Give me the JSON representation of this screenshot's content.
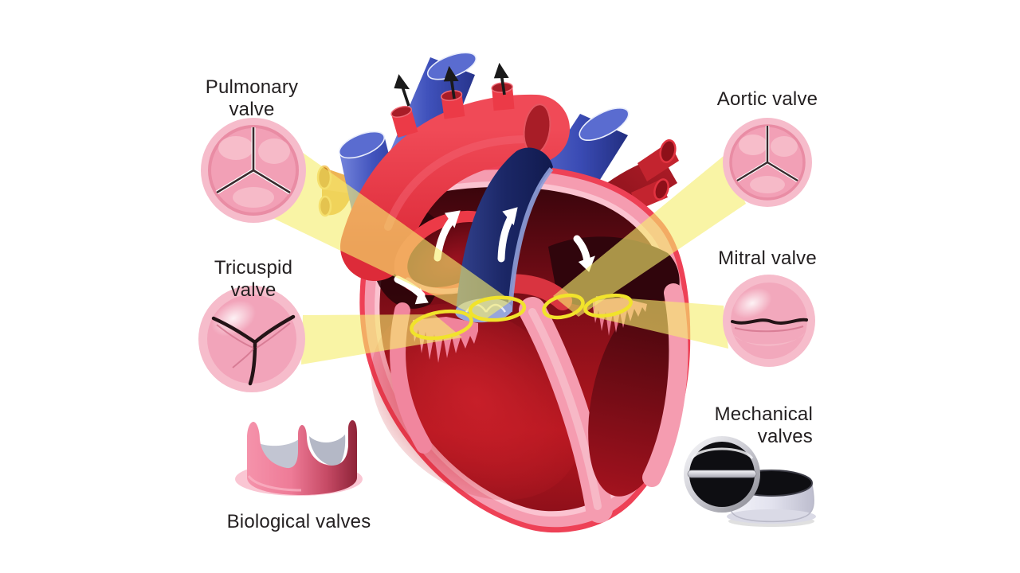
{
  "figure": {
    "type": "anatomical diagram",
    "subject": "Human heart cross-section with valve callouts and prosthetic valve types"
  },
  "labels": {
    "pulmonary": "Pulmonary valve",
    "aortic": "Aortic valve",
    "tricuspid": "Tricuspid valve",
    "mitral": "Mitral valve",
    "mechanical": "Mechanical valves",
    "biological": "Biological valves"
  },
  "icons": {
    "pulmonary_valve": "trileaflet-valve-top-view",
    "aortic_valve": "trileaflet-valve-top-view",
    "tricuspid_valve": "three-cusp-valve-closed",
    "mitral_valve": "two-cusp-valve-closed",
    "mechanical_valves": "tilting-disc-and-sewing-ring",
    "biological_valves": "stented-tissue-valve"
  },
  "colors": {
    "background": "#ffffff",
    "label_text": "#231f20",
    "beam_yellow": "#f6ee6d",
    "ellipse_marker_yellow": "#f1e32b",
    "heart_red": "#ee4156",
    "heart_wall_pink": "#f59cb0",
    "chamber_maroon": "#7c0d17",
    "artery_red": "#ec3a47",
    "vein_blue": "#4456bd",
    "pulmonary_trunk_navy": "#1b2766",
    "valve_pink": "#f2a4ba",
    "mechanical_metal": "#9a9aa2",
    "mechanical_black": "#101014",
    "bio_valve_pink": "#ee7b97"
  }
}
